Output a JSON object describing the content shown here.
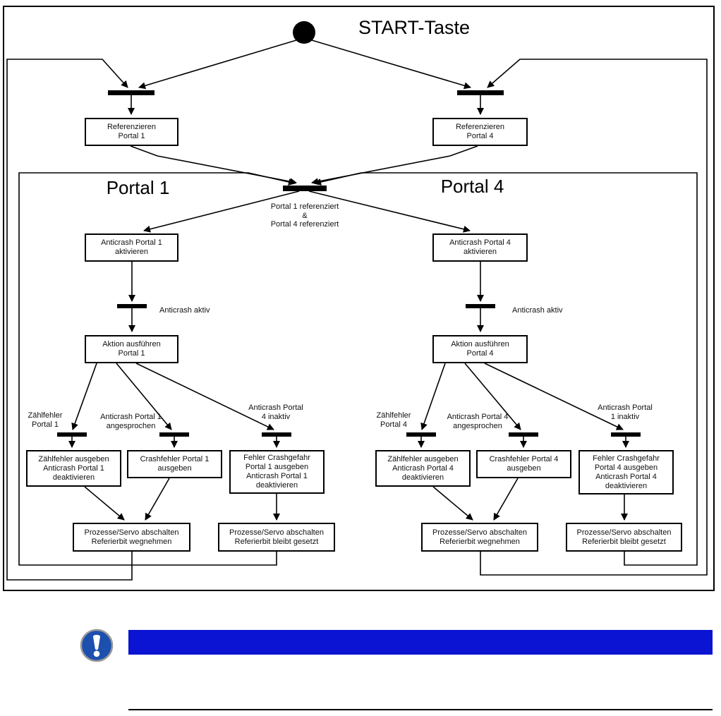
{
  "title": "START-Taste",
  "sections": {
    "portal1": "Portal 1",
    "portal4": "Portal 4"
  },
  "nodes": {
    "ref_p1": "Referenzieren\nPortal 1",
    "ref_p4": "Referenzieren\nPortal 4",
    "anticrash_p1": "Anticrash Portal 1\naktivieren",
    "anticrash_p4": "Anticrash Portal 4\naktivieren",
    "aktion_p1": "Aktion ausführen\nPortal 1",
    "aktion_p4": "Aktion ausführen\nPortal 4",
    "zf_out_p1": "Zählfehler ausgeben\nAnticrash Portal 1\ndeaktivieren",
    "crash_out_p1": "Crashfehler Portal 1\nausgeben",
    "gefahr_p1": "Fehler Crashgefahr\nPortal 1 ausgeben\nAnticrash Portal 1\ndeaktivieren",
    "zf_out_p4": "Zählfehler ausgeben\nAnticrash Portal 4\ndeaktivieren",
    "crash_out_p4": "Crashfehler Portal 4\nausgeben",
    "gefahr_p4": "Fehler Crashgefahr\nPortal 4 ausgeben\nAnticrash Portal 4\ndeaktivieren",
    "proz_weg_p1": "Prozesse/Servo abschalten\nReferierbit wegnehmen",
    "proz_bleibt_p1": "Prozesse/Servo abschalten\nReferierbit bleibt gesetzt",
    "proz_weg_p4": "Prozesse/Servo abschalten\nReferierbit wegnehmen",
    "proz_bleibt_p4": "Prozesse/Servo abschalten\nReferierbit bleibt gesetzt"
  },
  "labels": {
    "center_condition": "Portal 1 referenziert\n&\nPortal 4 referenziert",
    "anticrash_aktiv_p1": "Anticrash aktiv",
    "anticrash_aktiv_p4": "Anticrash aktiv",
    "zaehlfehler_p1": "Zählfehler\nPortal 1",
    "angesprochen_p1": "Anticrash Portal 1\nangesprochen",
    "inaktiv_p1": "Anticrash Portal\n4 inaktiv",
    "zaehlfehler_p4": "Zählfehler\nPortal 4",
    "angesprochen_p4": "Anticrash Portal 4\nangesprochen",
    "inaktiv_p4": "Anticrash Portal\n1 inaktiv"
  },
  "note": {
    "icon": "exclamation-circle",
    "icon_color": "#1C4FAE",
    "banner_color": "#0A14D2"
  }
}
